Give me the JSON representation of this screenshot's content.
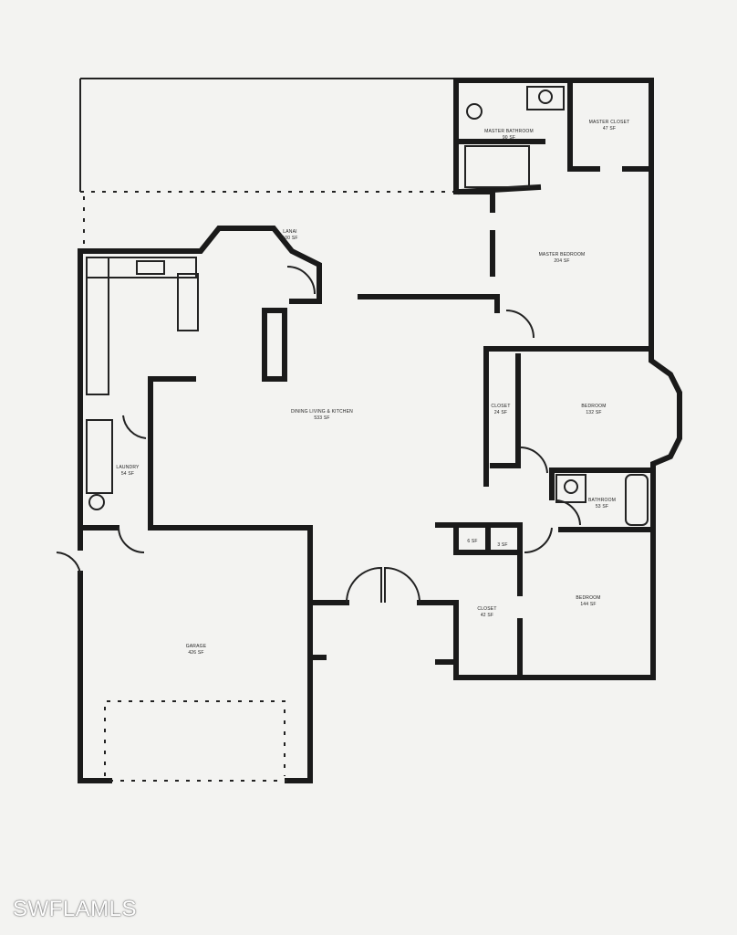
{
  "rooms": [
    {
      "name": "MASTER BATHROOM",
      "area": "90 SF"
    },
    {
      "name": "MASTER CLOSET",
      "area": "47 SF"
    },
    {
      "name": "MASTER BEDROOM",
      "area": "204 SF"
    },
    {
      "name": "LANAI",
      "area": "100 SF"
    },
    {
      "name": "DINING LIVING & KITCHEN",
      "area": "533 SF"
    },
    {
      "name": "CLOSET",
      "area": "24 SF"
    },
    {
      "name": "BEDROOM",
      "area": "132 SF"
    },
    {
      "name": "BATHROOM",
      "area": "53 SF"
    },
    {
      "name": "",
      "area": "6 SF"
    },
    {
      "name": "",
      "area": "3 SF"
    },
    {
      "name": "CLOSET",
      "area": "42 SF"
    },
    {
      "name": "BEDROOM",
      "area": "144 SF"
    },
    {
      "name": "LAUNDRY",
      "area": "54 SF"
    },
    {
      "name": "GARAGE",
      "area": "426 SF"
    }
  ],
  "watermark": "SWFLAMLS"
}
